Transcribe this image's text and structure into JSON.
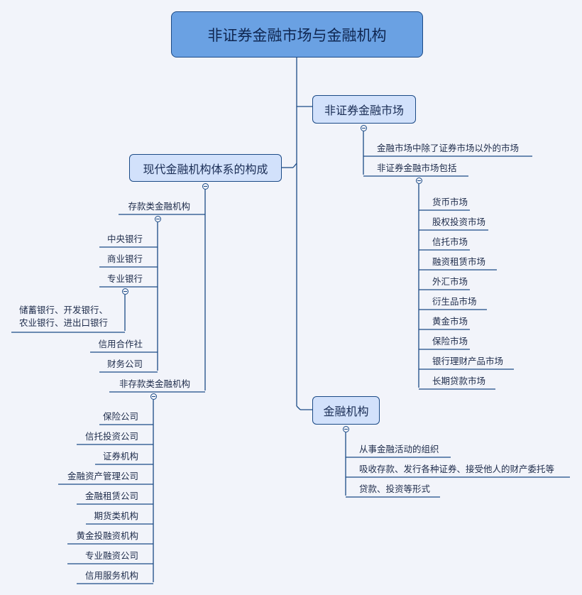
{
  "root": {
    "label": "非证券金融市场与金融机构"
  },
  "market": {
    "label": "非证券金融市场",
    "items": [
      "金融市场中除了证券市场以外的市场",
      "非证券金融市场包括"
    ],
    "includes": [
      "货币市场",
      "股权投资市场",
      "信托市场",
      "融资租赁市场",
      "外汇市场",
      "衍生品市场",
      "黄金市场",
      "保险市场",
      "银行理财产品市场",
      "长期贷款市场"
    ]
  },
  "system": {
    "label": "现代金融机构体系的构成",
    "deposit": {
      "label": "存款类金融机构",
      "items": [
        "中央银行",
        "商业银行",
        "专业银行",
        "信用合作社",
        "财务公司"
      ],
      "special_banks": [
        "储蓄银行、开发银行、",
        "农业银行、进出口银行"
      ]
    },
    "non_deposit": {
      "label": "非存款类金融机构",
      "items": [
        "保险公司",
        "信托投资公司",
        "证券机构",
        "金融资产管理公司",
        "金融租赁公司",
        "期货类机构",
        "黄金投融资机构",
        "专业融资公司",
        "信用服务机构"
      ]
    }
  },
  "institution": {
    "label": "金融机构",
    "items": [
      "从事金融活动的组织",
      "吸收存款、发行各种证券、接受他人的财产委托等",
      "贷款、投资等形式"
    ]
  },
  "colors": {
    "line": "#1b4a86",
    "root_fill": "#6aa1e3",
    "node_fill": "#d2e1fb",
    "background": "#f2f4fa"
  }
}
